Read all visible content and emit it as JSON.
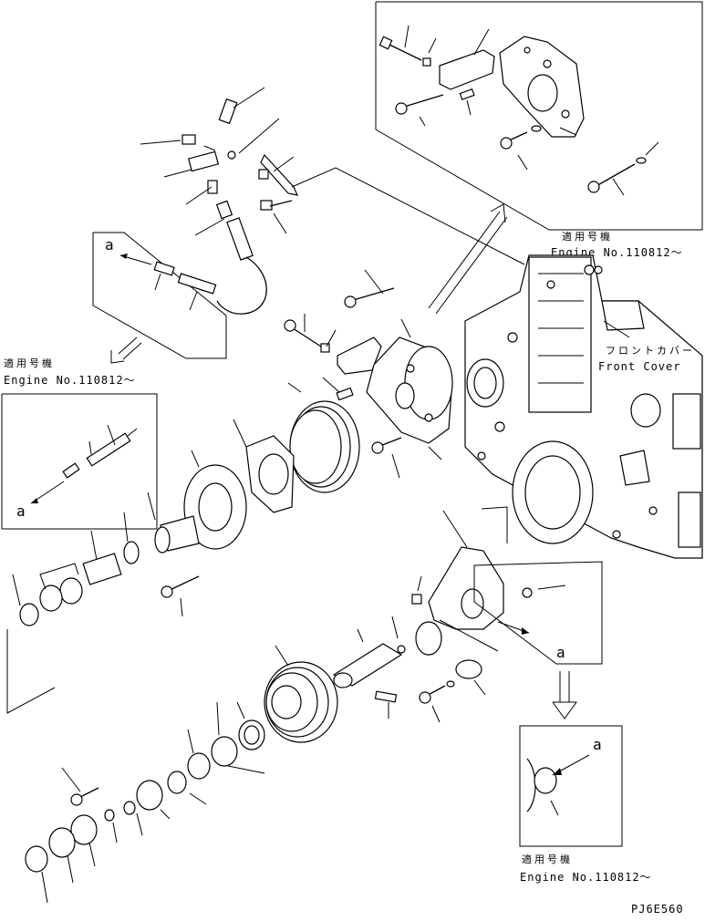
{
  "applicability_labels": [
    {
      "jp": "適用号機",
      "en": "Engine No.110812〜"
    },
    {
      "jp": "適用号機",
      "en": "Engine No.110812〜"
    },
    {
      "jp": "適用号機",
      "en": "Engine No.110812〜"
    }
  ],
  "component": {
    "jp": "フロントカバー",
    "en": "Front Cover"
  },
  "detail_marker": "a",
  "drawing_code": "PJ6E560"
}
